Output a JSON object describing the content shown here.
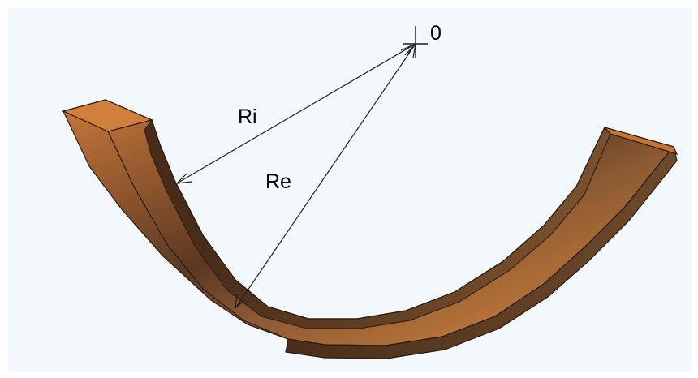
{
  "diagram": {
    "labels": {
      "center": "0",
      "inner_radius": "Ri",
      "outer_radius": "Re"
    },
    "colors": {
      "background": "#f3f8fc",
      "top_face_light": "#e3893c",
      "top_face_dark": "#4a3020",
      "side_face": "#6b4a30",
      "side_face_dark": "#3a2414",
      "edge": "#2a1a10",
      "dimension_line": "#222222"
    }
  }
}
